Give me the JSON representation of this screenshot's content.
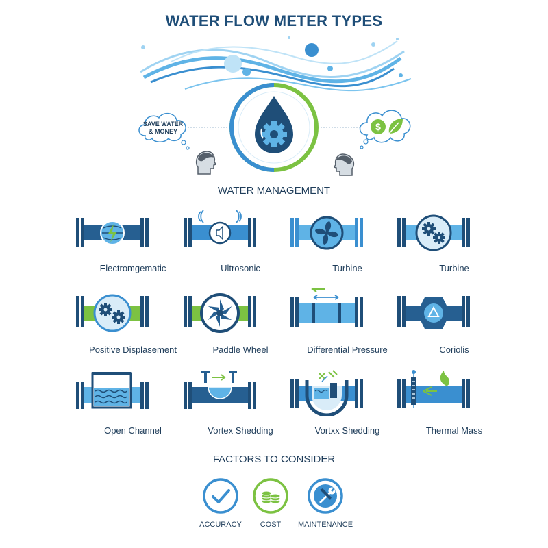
{
  "header": {
    "title": "WATER FLOW METER TYPES"
  },
  "hero": {
    "left_thought": "SAVE WATER & MONEY",
    "right_thought_icons": [
      "dollar-icon",
      "leaf-icon"
    ],
    "center_icon": "water-drop-gear-icon"
  },
  "sections": {
    "management": "WATER MANAGEMENT",
    "factors": "FACTORS TO CONSIDER"
  },
  "meters": [
    {
      "label": "Electromgematic",
      "icon": "electromagnetic-meter-icon"
    },
    {
      "label": "Ultrosonic",
      "icon": "ultrasonic-meter-icon"
    },
    {
      "label": "Turbine",
      "icon": "turbine-fan-meter-icon"
    },
    {
      "label": "Turbine",
      "icon": "turbine-gears-meter-icon"
    },
    {
      "label": "Positive Displasement",
      "icon": "positive-displacement-meter-icon"
    },
    {
      "label": "Paddle Wheel",
      "icon": "paddle-wheel-meter-icon"
    },
    {
      "label": "Differential Pressure",
      "icon": "differential-pressure-meter-icon"
    },
    {
      "label": "Coriolis",
      "icon": "coriolis-meter-icon"
    },
    {
      "label": "Open Channel",
      "icon": "open-channel-meter-icon"
    },
    {
      "label": "Vortex Shedding",
      "icon": "vortex-shedding-meter-icon"
    },
    {
      "label": "Vortxx Shedding",
      "icon": "vortex-u-tube-meter-icon"
    },
    {
      "label": "Thermal Mass",
      "icon": "thermal-mass-meter-icon"
    }
  ],
  "factors": [
    {
      "label": "ACCURACY",
      "icon": "checkmark-icon"
    },
    {
      "label": "COST",
      "icon": "coins-icon"
    },
    {
      "label": "MAINTENANCE",
      "icon": "wrench-screwdriver-icon"
    }
  ],
  "colors": {
    "navy": "#1f4e78",
    "dark_blue": "#265f91",
    "mid_blue": "#3a8fd0",
    "light_blue": "#5fb3e6",
    "green": "#7cc242"
  }
}
